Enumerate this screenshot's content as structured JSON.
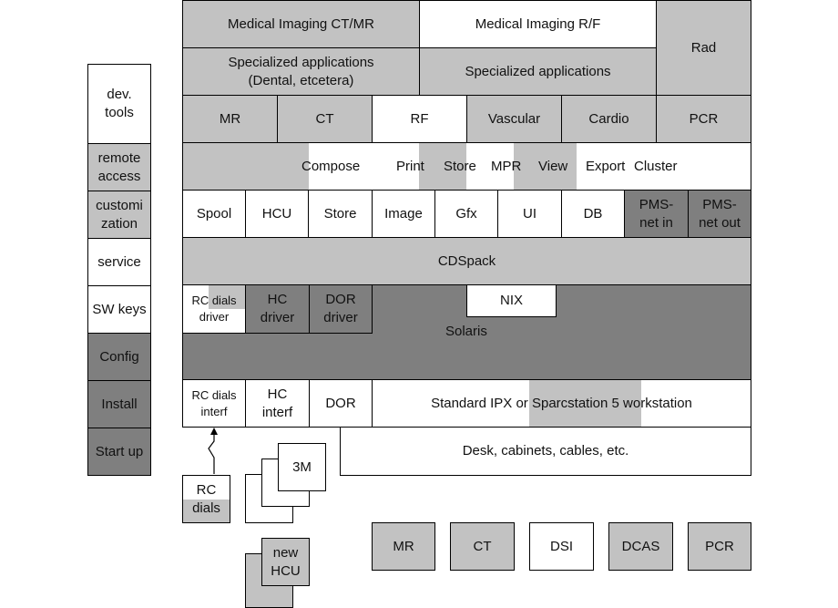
{
  "side": {
    "dev_tools": "dev.\ntools",
    "remote_access": "remote\naccess",
    "customization": "customi\nzation",
    "service": "service",
    "sw_keys": "SW keys",
    "config": "Config",
    "install": "Install",
    "start_up": "Start up"
  },
  "top": {
    "mi_ctmr": "Medical Imaging CT/MR",
    "mi_rf": "Medical Imaging R/F",
    "rad": "Rad",
    "spec_dental": "Specialized applications\n(Dental, etcetera)",
    "spec": "Specialized applications"
  },
  "modality_row": [
    "MR",
    "CT",
    "RF",
    "Vascular",
    "Cardio",
    "PCR"
  ],
  "services_row": {
    "compose": "Compose",
    "print": "Print",
    "store": "Store",
    "mpr": "MPR",
    "view": "View",
    "export": "Export",
    "cluster": "Cluster"
  },
  "components_row": {
    "spool": "Spool",
    "hcu": "HCU",
    "store": "Store",
    "image": "Image",
    "gfx": "Gfx",
    "ui": "UI",
    "db": "DB",
    "pms_in": "PMS-\nnet in",
    "pms_out": "PMS-\nnet out"
  },
  "cdspack": "CDSpack",
  "os_layer": {
    "rc_dials_driver": "RC dials\ndriver",
    "hc_driver": "HC\ndriver",
    "dor_driver": "DOR\ndriver",
    "nix": "NIX",
    "solaris": "Solaris"
  },
  "hw_layer": {
    "rc_dials_interf": "RC dials\ninterf",
    "hc_interf": "HC\ninterf",
    "dor": "DOR",
    "workstation": "Standard IPX or Sparcstation 5 workstation",
    "desk": "Desk, cabinets, cables, etc."
  },
  "devices": {
    "rc_dials": "RC\ndials",
    "m3": "3M",
    "new_hcu": "new\nHCU"
  },
  "bottom_modalities": [
    "MR",
    "CT",
    "DSI",
    "DCAS",
    "PCR"
  ]
}
